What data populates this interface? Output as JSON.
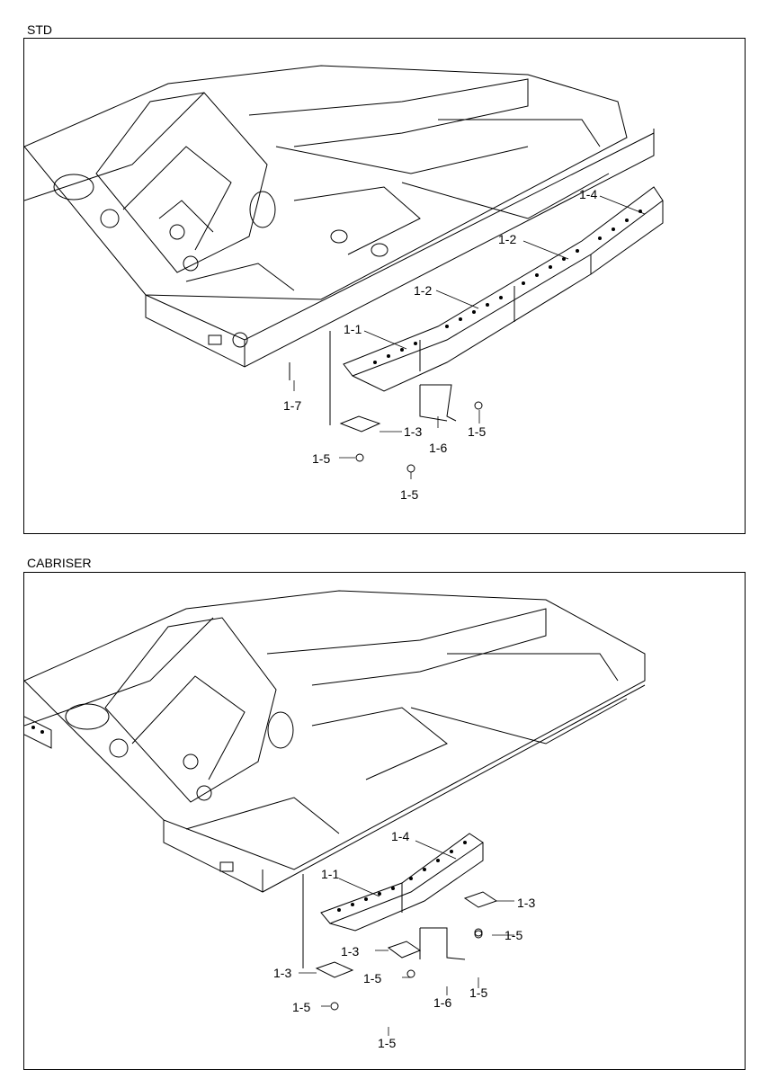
{
  "sections": [
    {
      "title": "STD",
      "labels": [
        "1-4",
        "1-2",
        "1-2",
        "1-1",
        "1-7",
        "1-3",
        "1-6",
        "1-5",
        "1-5",
        "1-5"
      ]
    },
    {
      "title": "CABRISER",
      "labels": [
        "1-4",
        "1-1",
        "1-3",
        "1-3",
        "1-3",
        "1-5",
        "1-5",
        "1-6",
        "1-5",
        "1-5",
        "1-5"
      ]
    }
  ]
}
